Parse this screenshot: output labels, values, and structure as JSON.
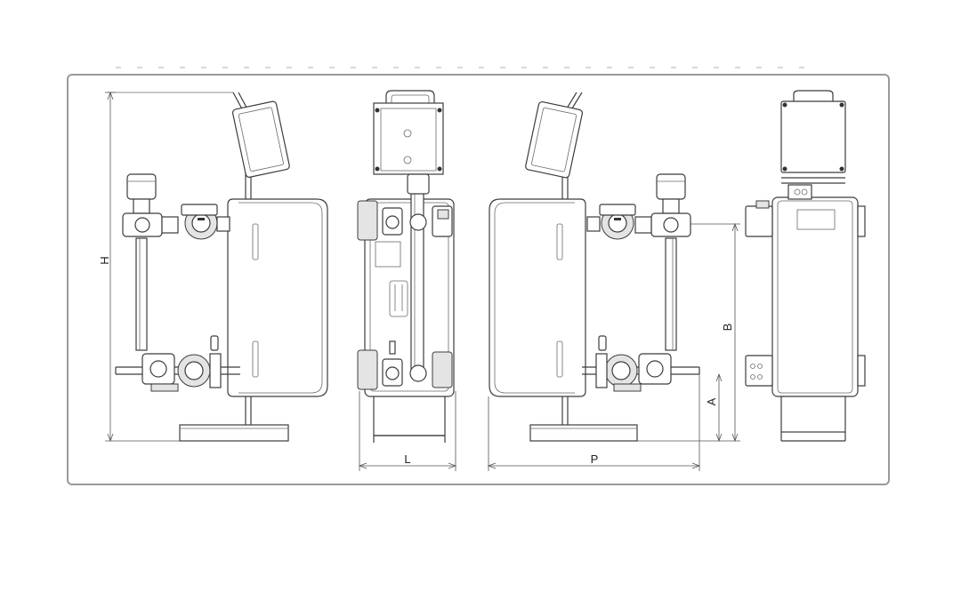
{
  "dimension_labels": {
    "height": "H",
    "width": "L",
    "depth": "P",
    "upper_connection": "B",
    "lower_connection": "A"
  }
}
